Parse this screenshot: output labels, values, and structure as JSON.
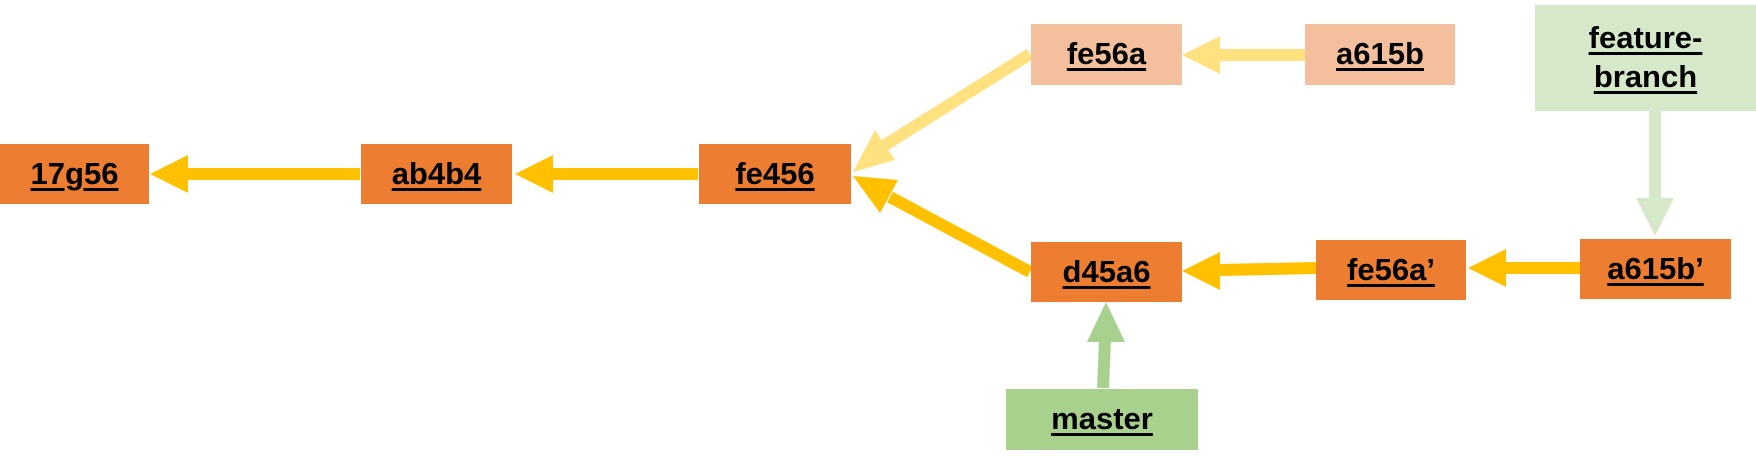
{
  "diagram": {
    "commits": {
      "c_17g56": "17g56",
      "c_ab4b4": "ab4b4",
      "c_fe456": "fe456",
      "c_fe56a": "fe56a",
      "c_a615b": "a615b",
      "c_d45a6": "d45a6",
      "c_fe56a_prime": "fe56a’",
      "c_a615b_prime": "a615b’"
    },
    "branches": {
      "master": "master",
      "feature": "feature-branch"
    },
    "colors": {
      "commit": "#ED7D31",
      "commit_faded": "#F4BF9C",
      "branch_label": "#A9D18E",
      "branch_label_faded": "#D5E8C9",
      "arrow": "#FFC000",
      "arrow_faded": "#FFE17F"
    }
  }
}
